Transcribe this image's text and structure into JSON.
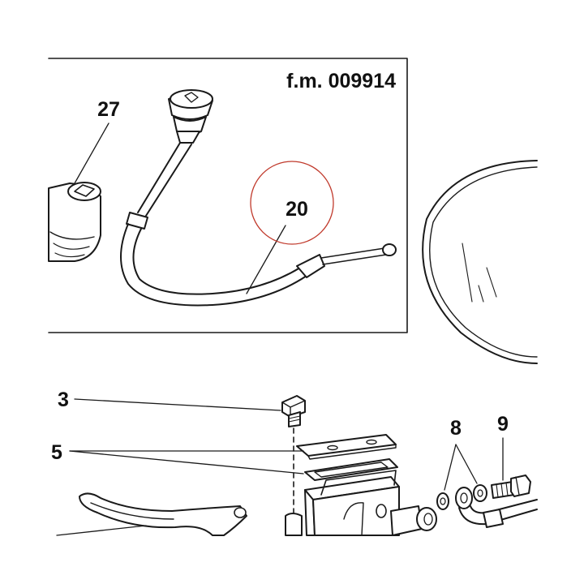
{
  "figure": {
    "reference": "f.m. 009914",
    "labels": {
      "part_27": "27",
      "part_20": "20",
      "part_3": "3",
      "part_5": "5",
      "part_8": "8",
      "part_9": "9"
    },
    "highlight_color": "#c0392b",
    "line_color": "#1a1a1a"
  }
}
